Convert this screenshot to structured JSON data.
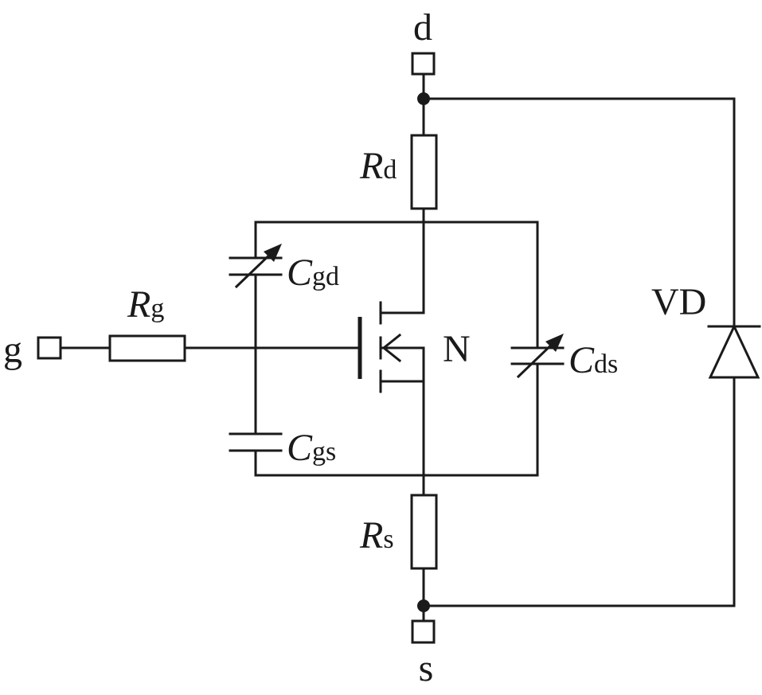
{
  "terminals": {
    "drain": "d",
    "source": "s",
    "gate": "g"
  },
  "resistors": {
    "drain": {
      "symbol": "R",
      "sub": "d"
    },
    "source": {
      "symbol": "R",
      "sub": "s"
    },
    "gate": {
      "symbol": "R",
      "sub": "g"
    }
  },
  "capacitors": {
    "gate_drain": {
      "symbol": "C",
      "sub": "gd"
    },
    "gate_source": {
      "symbol": "C",
      "sub": "gs"
    },
    "drain_source": {
      "symbol": "C",
      "sub": "ds"
    }
  },
  "transistor": {
    "label": "N"
  },
  "diode": {
    "label": "VD"
  }
}
